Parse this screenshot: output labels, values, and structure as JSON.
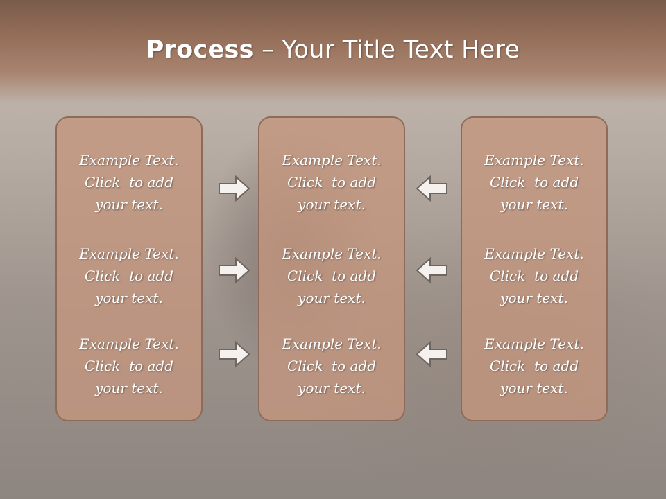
{
  "slide": {
    "title_bold": "Process",
    "title_rest": " – Your Title Text Here"
  },
  "columns": [
    {
      "cells": [
        {
          "line1": "Example Text.",
          "line2": "Click  to add",
          "line3": "your text."
        },
        {
          "line1": "Example Text.",
          "line2": "Click  to add",
          "line3": "your text."
        },
        {
          "line1": "Example Text.",
          "line2": "Click  to add",
          "line3": "your text."
        }
      ]
    },
    {
      "cells": [
        {
          "line1": "Example Text.",
          "line2": "Click  to add",
          "line3": "your text."
        },
        {
          "line1": "Example Text.",
          "line2": "Click  to add",
          "line3": "your text."
        },
        {
          "line1": "Example Text.",
          "line2": "Click  to add",
          "line3": "your text."
        }
      ]
    },
    {
      "cells": [
        {
          "line1": "Example Text.",
          "line2": "Click  to add",
          "line3": "your text."
        },
        {
          "line1": "Example Text.",
          "line2": "Click  to add",
          "line3": "your text."
        },
        {
          "line1": "Example Text.",
          "line2": "Click  to add",
          "line3": "your text."
        }
      ]
    }
  ],
  "arrows": {
    "left": "right-arrow-icon",
    "right": "left-arrow-icon",
    "fill": "#f4f1ee",
    "stroke": "#6e6560"
  },
  "colors": {
    "panel_fill": "#c4967d",
    "panel_border": "#8d6b58",
    "header": "#946e58"
  }
}
